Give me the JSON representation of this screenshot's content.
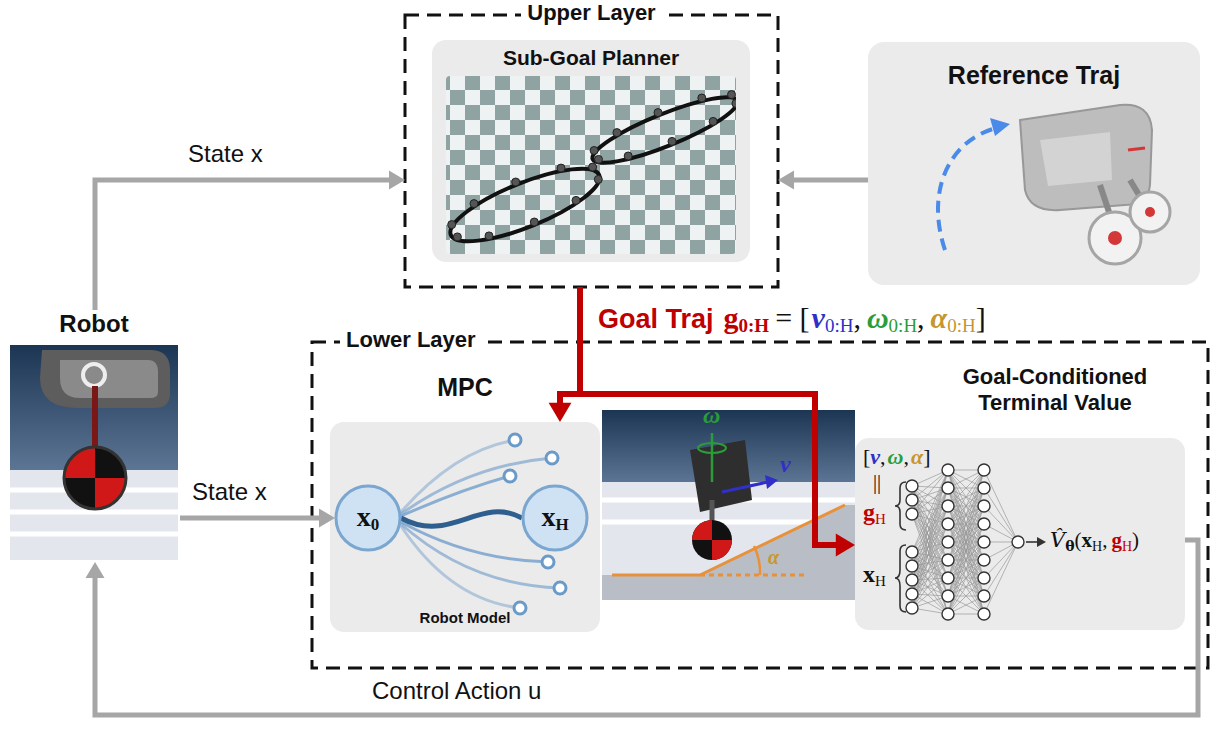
{
  "diagram": {
    "nodes": [
      {
        "text": [
          "Upper Layer"
        ]
      },
      {
        "text": [
          "Sub-Goal Planner"
        ],
        "in": 0
      },
      {
        "text": [
          "Reference Traj"
        ]
      },
      {
        "text": [
          "Robot"
        ]
      },
      {
        "text": [
          "Lower Layer"
        ]
      },
      {
        "text": [
          "MPC",
          "Robot Model"
        ],
        "in": 4
      },
      {
        "text": [
          "x",
          "0"
        ],
        "in": 5
      },
      {
        "text": [
          "x",
          "H"
        ],
        "in": 5
      },
      {
        "text": [
          "Goal-Conditioned Terminal Value",
          "[",
          "v",
          ",",
          "ω",
          ",",
          "α",
          "]",
          "||",
          "g",
          "H",
          "x",
          "H",
          "V̂",
          "θ",
          "(",
          "x",
          "H",
          ",",
          "g",
          "H",
          ")"
        ],
        "in": 4
      }
    ],
    "edges": [
      {
        "from": 3,
        "to": 0,
        "arrow": "to",
        "label": "State x"
      },
      {
        "from": 2,
        "to": 0,
        "arrow": "to"
      },
      {
        "from": 0,
        "to": 5,
        "arrow": "to"
      },
      {
        "from": 0,
        "to": 8,
        "arrow": "to"
      },
      {
        "from": 3,
        "to": 6,
        "arrow": "to",
        "label": "State x"
      },
      {
        "from": 8,
        "to": 3,
        "arrow": "to",
        "label": "Control Action u"
      }
    ],
    "labels": [
      "Goal Traj",
      "g",
      "0:H",
      "= [",
      "v",
      "0:H",
      ",",
      "ω",
      "0:H",
      ",",
      "α",
      "0:H",
      "]",
      "ω",
      "v",
      "α"
    ]
  }
}
